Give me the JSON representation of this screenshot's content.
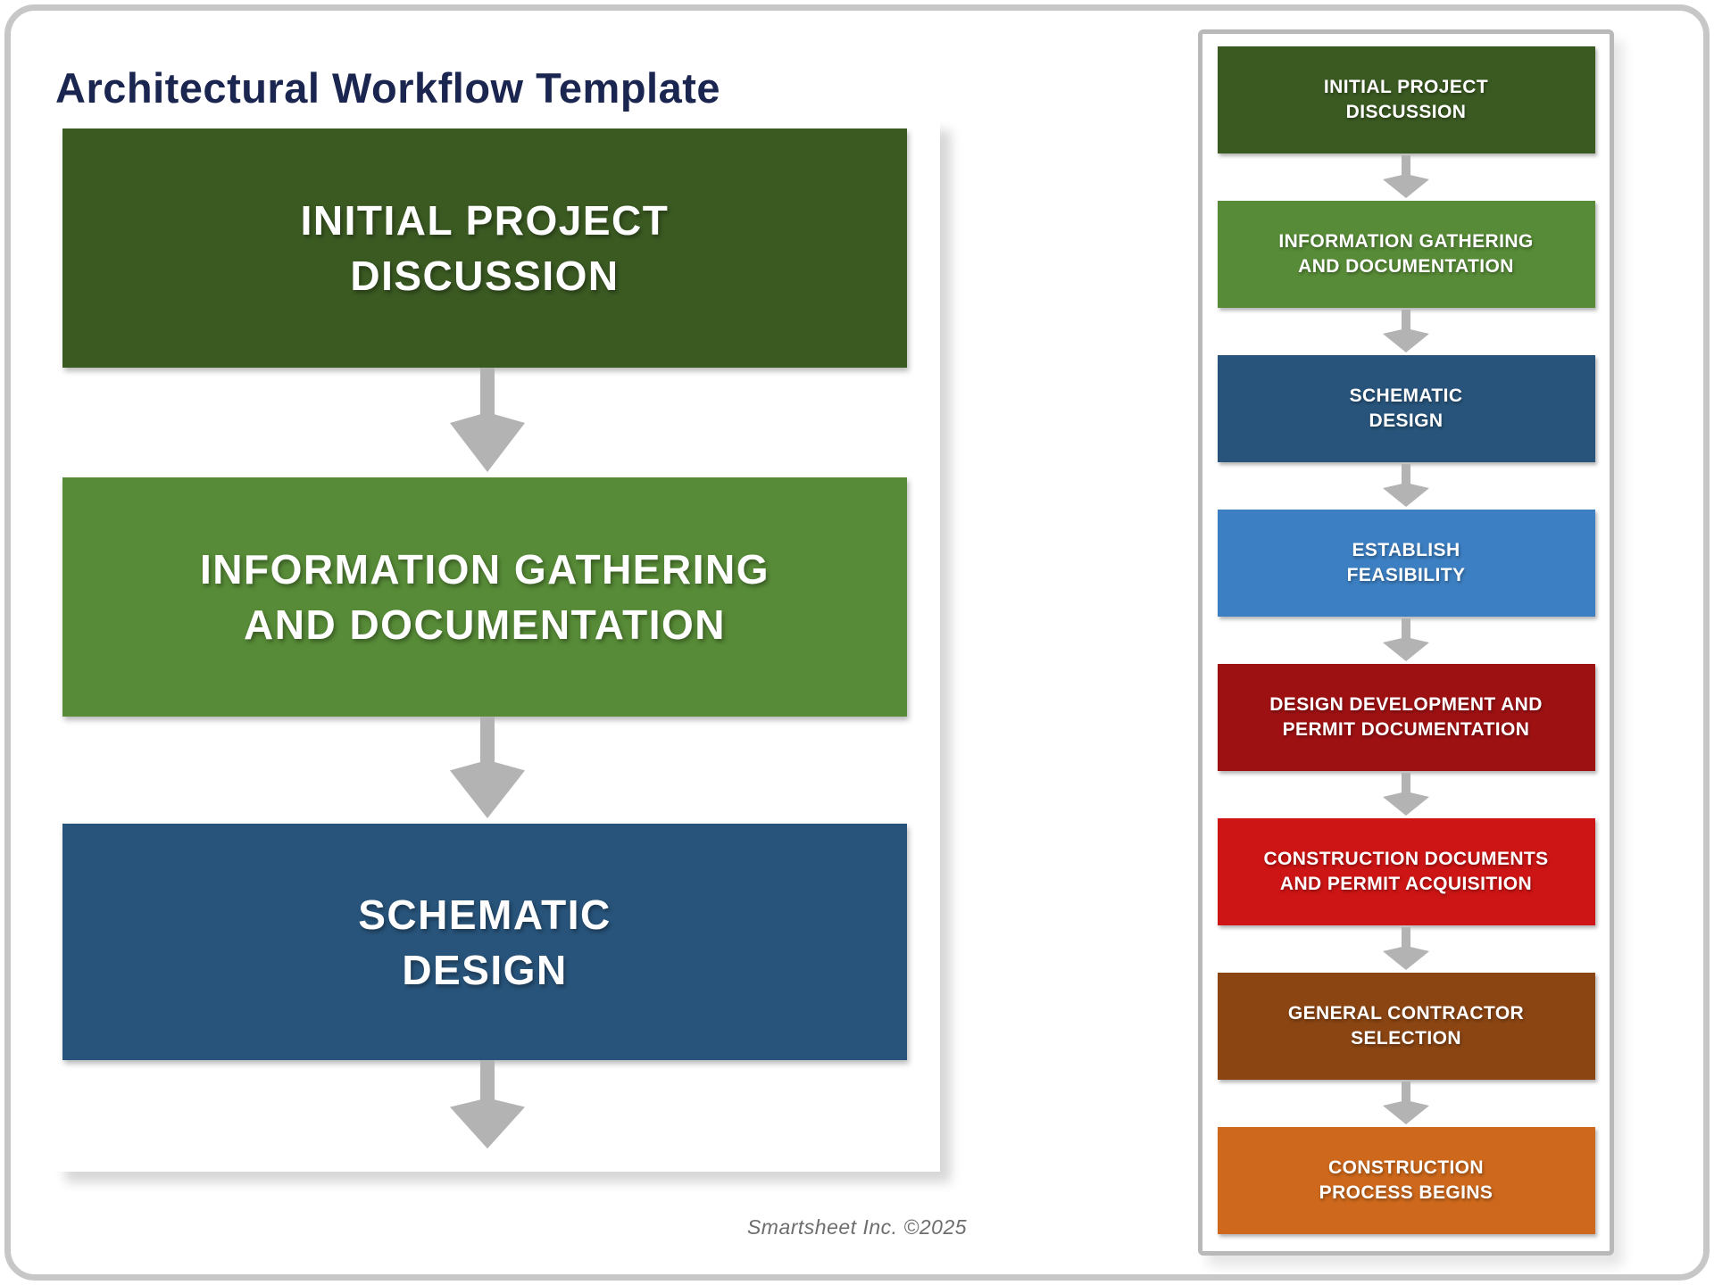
{
  "page": {
    "title": "Architectural Workflow Template",
    "credit": "Smartsheet Inc. ©2025"
  },
  "colors": {
    "title_text": "#1a2550",
    "outer_border": "#c7c7c7",
    "panel_border": "#b9b9b9",
    "arrow_gray": "#b3b3b3",
    "credit_text": "#6e6e6e",
    "dark_green": "#3b5a22",
    "green": "#578b37",
    "dark_blue": "#28547b",
    "blue": "#3c7fc2",
    "dark_red": "#9e1113",
    "red": "#cd1515",
    "brown": "#8a4513",
    "orange": "#cd681c"
  },
  "main_flow": {
    "steps": [
      {
        "line1": "INITIAL PROJECT",
        "line2": "DISCUSSION",
        "color": "#3b5a22"
      },
      {
        "line1": "INFORMATION GATHERING",
        "line2": "AND DOCUMENTATION",
        "color": "#578b37"
      },
      {
        "line1": "SCHEMATIC",
        "line2": "DESIGN",
        "color": "#28547b"
      }
    ]
  },
  "sidebar_flow": {
    "steps": [
      {
        "line1": "INITIAL PROJECT",
        "line2": "DISCUSSION",
        "color": "#3b5a22"
      },
      {
        "line1": "INFORMATION GATHERING",
        "line2": "AND DOCUMENTATION",
        "color": "#578b37"
      },
      {
        "line1": "SCHEMATIC",
        "line2": "DESIGN",
        "color": "#28547b"
      },
      {
        "line1": "ESTABLISH",
        "line2": "FEASIBILITY",
        "color": "#3c7fc2"
      },
      {
        "line1": "DESIGN DEVELOPMENT AND",
        "line2": "PERMIT DOCUMENTATION",
        "color": "#9e1113"
      },
      {
        "line1": "CONSTRUCTION DOCUMENTS",
        "line2": "AND PERMIT ACQUISITION",
        "color": "#cd1515"
      },
      {
        "line1": "GENERAL CONTRACTOR",
        "line2": "SELECTION",
        "color": "#8a4513"
      },
      {
        "line1": "CONSTRUCTION",
        "line2": "PROCESS BEGINS",
        "color": "#cd681c"
      }
    ]
  }
}
